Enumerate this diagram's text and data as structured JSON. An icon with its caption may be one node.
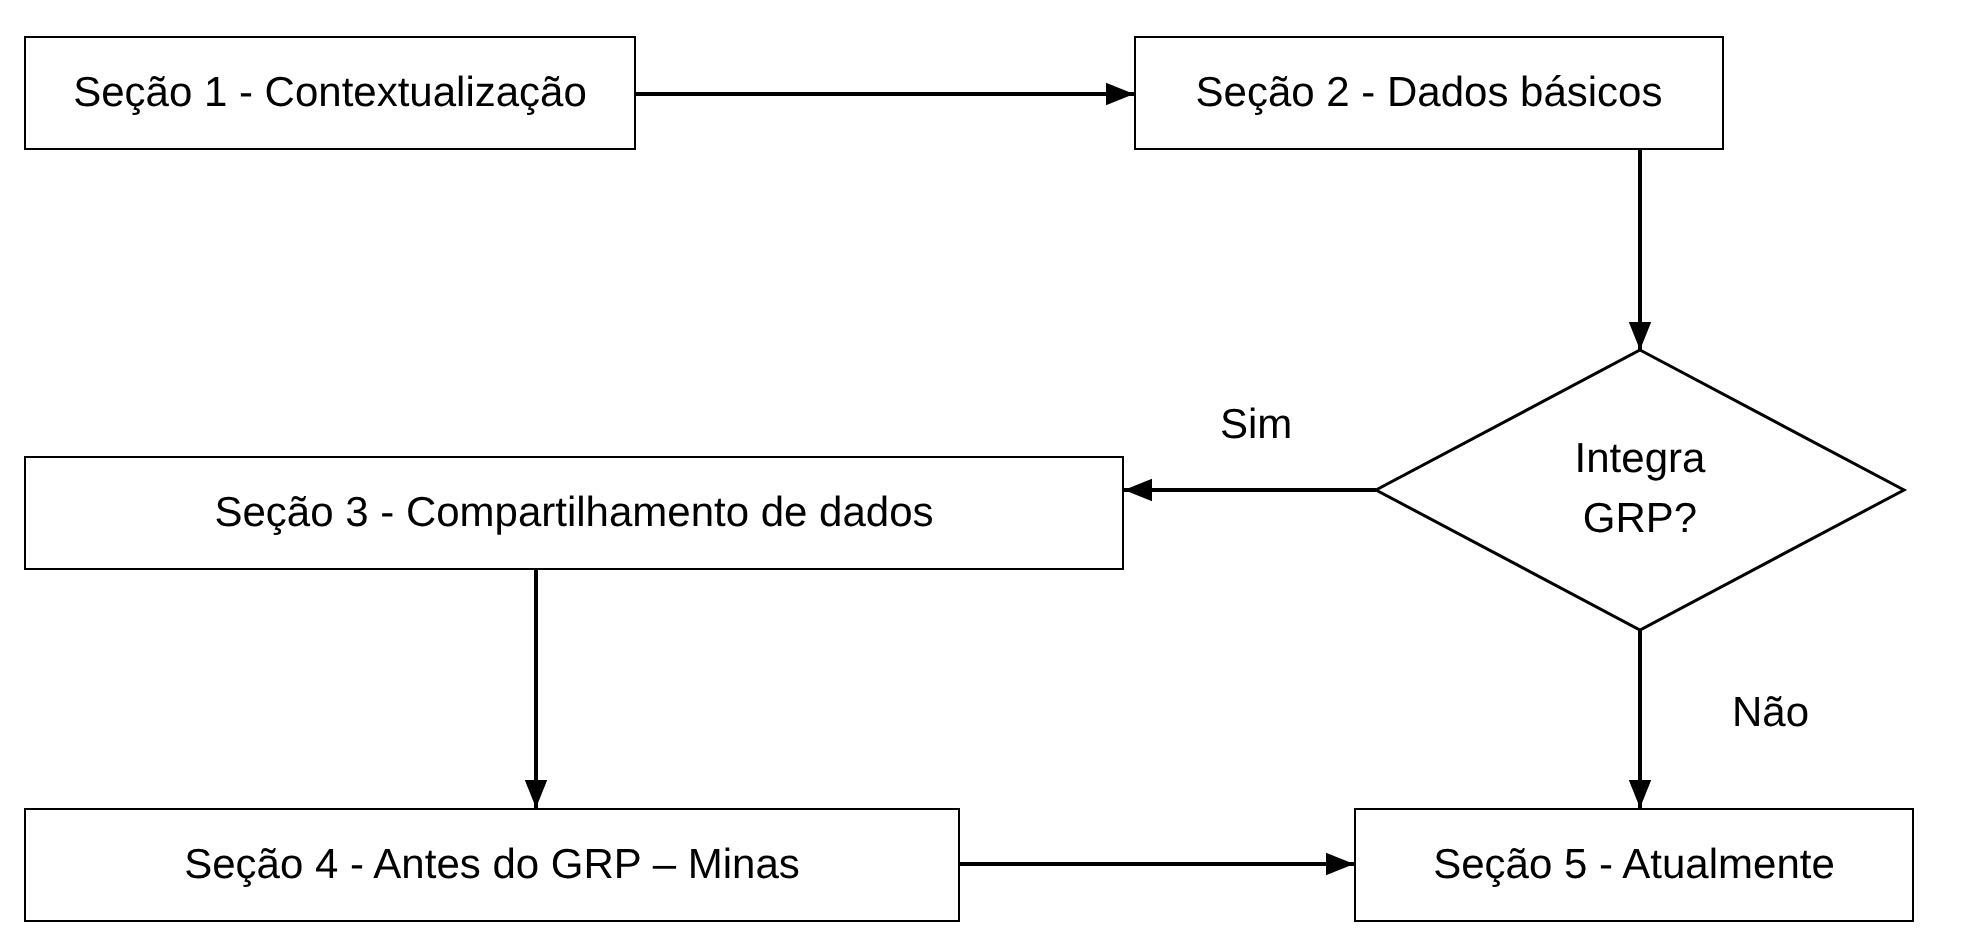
{
  "diagram": {
    "nodes": [
      {
        "text": [
          "Seção 1 - Contextualização"
        ]
      },
      {
        "text": [
          "Seção 2 - Dados básicos"
        ]
      },
      {
        "text": [
          "Integra GRP?"
        ]
      },
      {
        "text": [
          "Seção 3 - Compartilhamento de dados"
        ]
      },
      {
        "text": [
          "Seção 4 - Antes do GRP – Minas"
        ]
      },
      {
        "text": [
          "Seção 5 - Atualmente"
        ]
      }
    ],
    "edges": [
      {
        "from": 0,
        "to": 1,
        "arrow": "to"
      },
      {
        "from": 1,
        "to": 2,
        "arrow": "to"
      },
      {
        "from": 2,
        "to": 3,
        "arrow": "to",
        "label": "Sim"
      },
      {
        "from": 3,
        "to": 4,
        "arrow": "to"
      },
      {
        "from": 2,
        "to": 5,
        "arrow": "to",
        "label": "Não"
      },
      {
        "from": 4,
        "to": 5,
        "arrow": "to"
      }
    ]
  }
}
